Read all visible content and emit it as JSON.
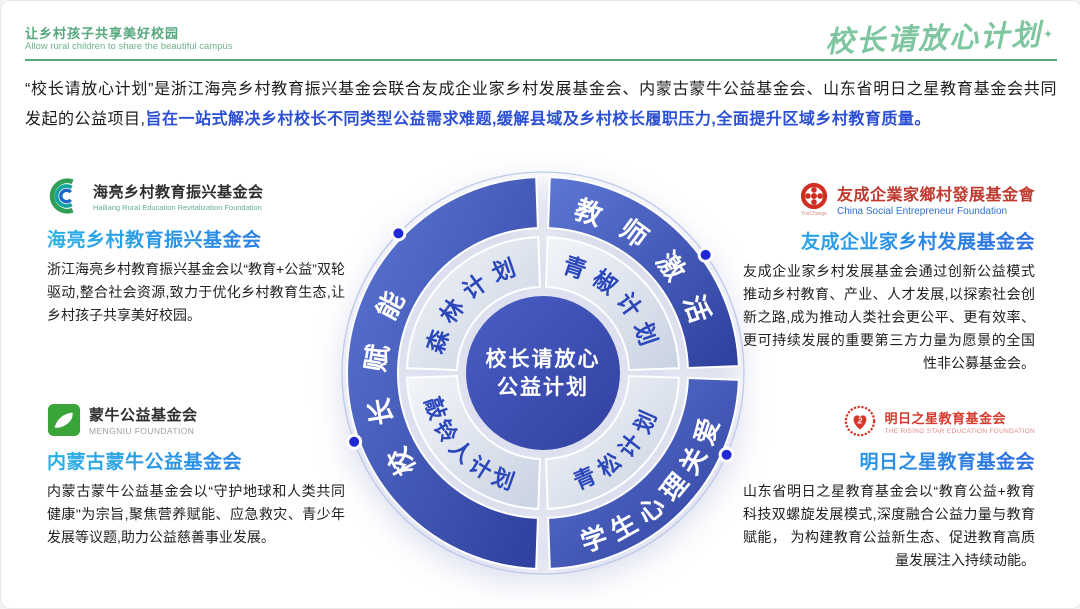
{
  "header": {
    "tagline_cn": "让乡村孩子共享美好校园",
    "tagline_en": "Allow rural children to share the beautiful campus",
    "brand": "校长请放心计划",
    "spark": "✦"
  },
  "intro": {
    "normal": "“校长请放心计划”是浙江海亮乡村教育振兴基金会联合友成企业家乡村发展基金会、内蒙古蒙牛公益基金会、山东省明日之星教育基金会共同发起的公益项目,",
    "highlight": "旨在一站式解决乡村校长不同类型公益需求难题,缓解县域及乡村校长履职压力,全面提升区域乡村教育质量。"
  },
  "diagram": {
    "center_lines": [
      "校长请放心",
      "公益计划"
    ],
    "outer_segments": [
      {
        "label": "校长赋能",
        "a1": 92,
        "a2": 268,
        "ta": 125,
        "tb": 235,
        "dir": "out",
        "size": 27,
        "ls": 24
      },
      {
        "label": "教师激活",
        "a1": 272,
        "a2": 358,
        "ta": 283,
        "tb": 347,
        "dir": "out",
        "size": 27,
        "ls": 20
      },
      {
        "label": "学生心理关爱",
        "a1": 2,
        "a2": 88,
        "ta": 82,
        "tb": 8,
        "dir": "in",
        "size": 26,
        "ls": 8
      }
    ],
    "inner_segments": [
      {
        "label": "森林计划",
        "a1": 182,
        "a2": 268,
        "ta": 192,
        "tb": 258,
        "dir": "out",
        "size": 23,
        "ls": 8
      },
      {
        "label": "青椒计划",
        "a1": 272,
        "a2": 358,
        "ta": 282,
        "tb": 348,
        "dir": "out",
        "size": 23,
        "ls": 8
      },
      {
        "label": "敲铃人计划",
        "a1": 92,
        "a2": 178,
        "ta": 172,
        "tb": 98,
        "dir": "in",
        "size": 22,
        "ls": 5
      },
      {
        "label": "青松计划",
        "a1": 2,
        "a2": 88,
        "ta": 80,
        "tb": 10,
        "dir": "in",
        "size": 22,
        "ls": 8
      }
    ],
    "dot_angles": [
      224,
      324,
      160,
      24
    ]
  },
  "foundations": [
    {
      "logo_cn": "海亮乡村教育振兴基金会",
      "logo_en": "Hailiang Rural Education Revitalization Foundation",
      "title": "海亮乡村教育振兴基金会",
      "body": "浙江海亮乡村教育振兴基金会以“教育+公益”双轮驱动,整合社会资源,致力于优化乡村教育生态,让乡村孩子共享美好校园。"
    },
    {
      "logo_cn": "友成企業家鄉村發展基金會",
      "logo_en": "China Social Entrepreneur Foundation",
      "logo_caption": "YouChange",
      "title": "友成企业家乡村发展基金会",
      "body": "友成企业家乡村发展基金会通过创新公益模式推动乡村教育、产业、人才发展,以探索社会创新之路,成为推动人类社会更公平、更有效率、更可持续发展的重要第三方力量为愿景的全国性非公募基金会。"
    },
    {
      "logo_cn": "蒙牛公益基金会",
      "logo_en": "MENGNIU FOUNDATION",
      "title": "内蒙古蒙牛公益基金会",
      "body": "内蒙古蒙牛公益基金会以“守护地球和人类共同健康\"为宗旨,聚焦营养赋能、应急救灾、青少年发展等议题,助力公益慈善事业发展。"
    },
    {
      "logo_cn": "明日之星教育基金会",
      "logo_en": "THE RISING STAR EDUCATION FOUNDATION",
      "title": "明日之星教育基金会",
      "body": "山东省明日之星教育基金会以“教育公益+教育科技双螺旋发展模式,深度融合公益力量与教育赋能， 为构建教育公益新生态、促进教育高质量发展注入持续动能。"
    }
  ],
  "colors": {
    "green": "#55a87c",
    "brand_green": "#7fc6a0",
    "highlight_blue": "#2b4fd4",
    "ring_blue_dark": "#2e3f9d",
    "ring_blue_light": "#5d77d4",
    "inner_ring_light": "#f3f5f9",
    "inner_ring_dark": "#c9d2e2",
    "inner_label_blue": "#2b47bb",
    "dot_blue": "#2028d6",
    "title_gradient_from": "#29b2e8",
    "title_gradient_to": "#2e6ee2"
  }
}
